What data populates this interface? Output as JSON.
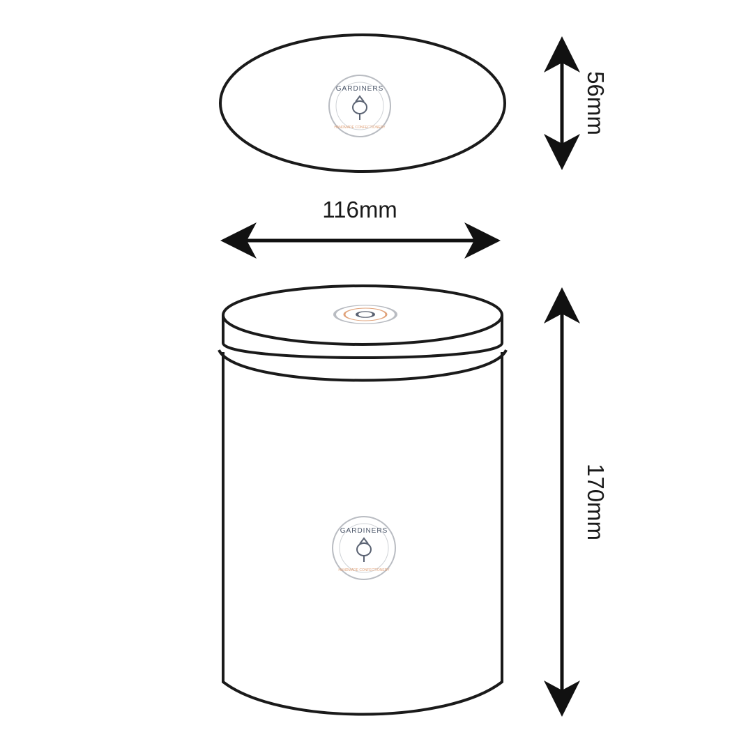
{
  "dimensions": {
    "depth": "56mm",
    "width": "116mm",
    "height": "170mm"
  },
  "logo": {
    "brand_text": "GARDINERS",
    "tagline_text": "HANDMADE CONFECTIONERY",
    "ring_color": "#b9bcc2",
    "brand_color": "#4a5568",
    "tagline_color": "#e0a27a"
  },
  "colors": {
    "outline": "#1a1a1a",
    "background": "#ffffff"
  }
}
